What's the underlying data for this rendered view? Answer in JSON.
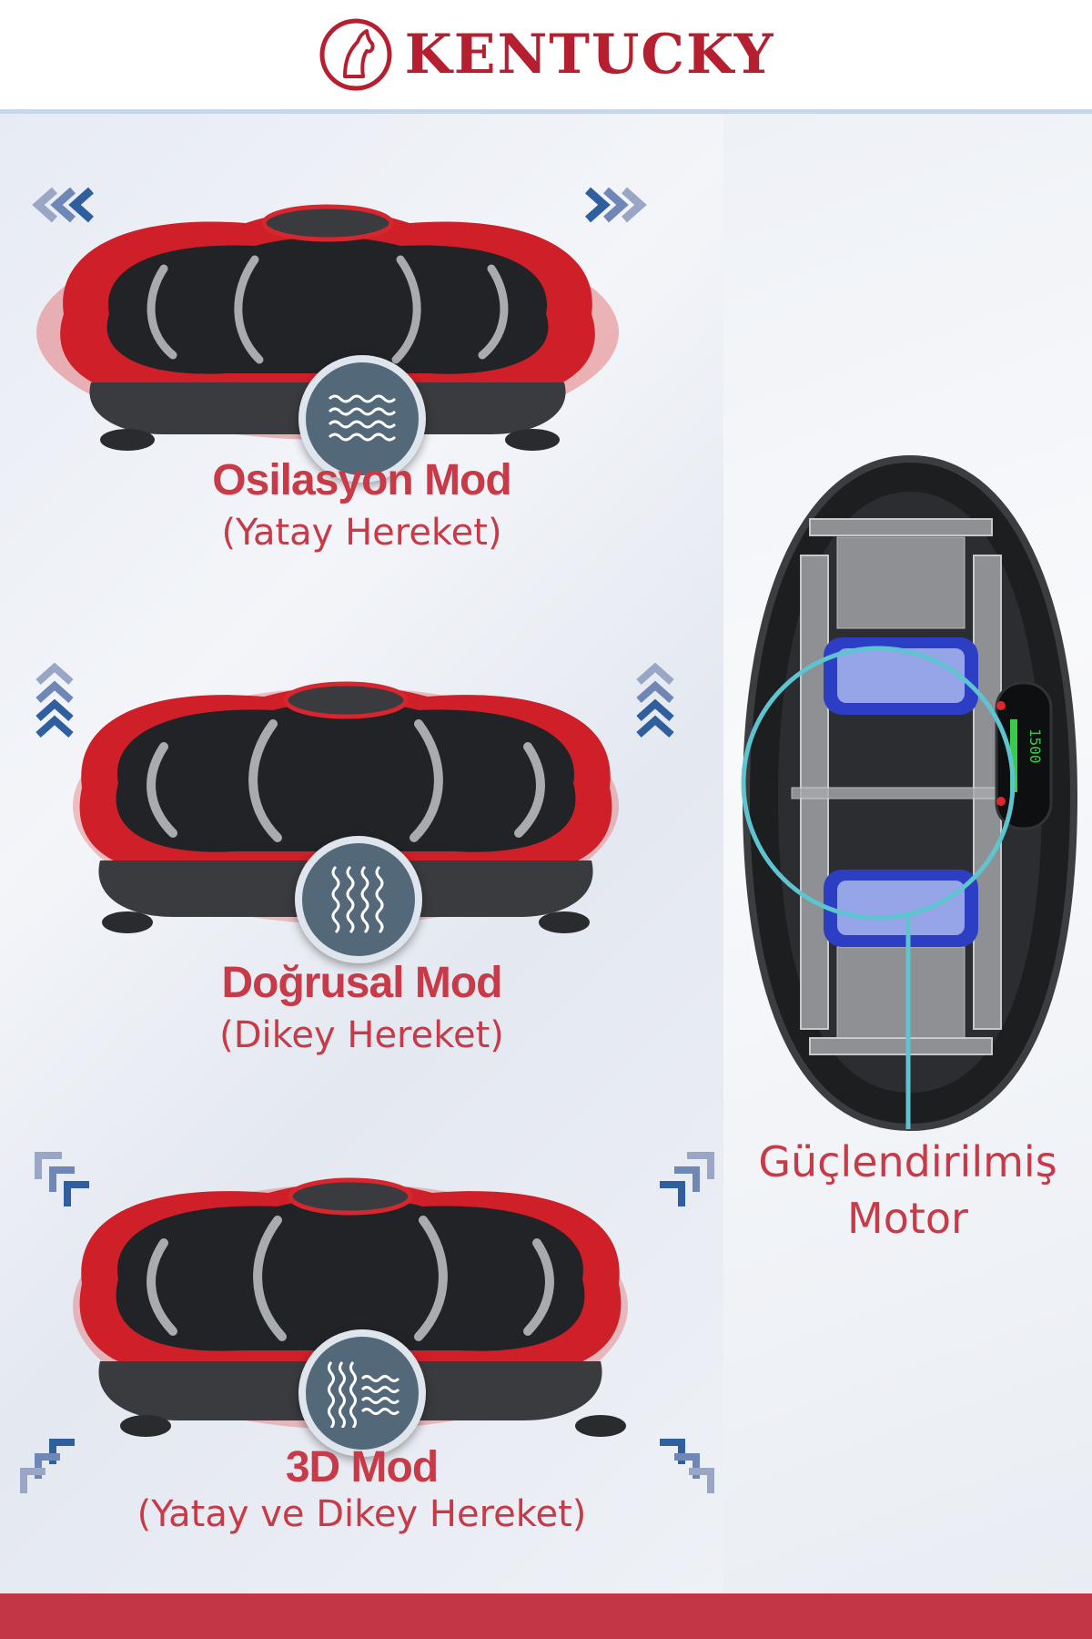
{
  "brand": {
    "name": "KENTUCKY",
    "color": "#b51f2f",
    "logo_icon": "horse-head-icon"
  },
  "modes": [
    {
      "title": "Osilasyon Mod",
      "subtitle": "(Yatay Hereket)",
      "icon": "horizontal-wave-icon",
      "arrows": "left-right-chevrons"
    },
    {
      "title": "Doğrusal Mod",
      "subtitle": "(Dikey Hereket)",
      "icon": "vertical-wave-icon",
      "arrows": "up-chevrons"
    },
    {
      "title": "3D Mod",
      "subtitle": "(Yatay ve Dikey Hereket)",
      "icon": "combined-wave-icon",
      "arrows": "diagonal-chevrons"
    }
  ],
  "motor": {
    "line1": "Güçlendirilmiş",
    "line2": "Motor",
    "display_readout": "1500"
  },
  "colors": {
    "accent": "#c83a47",
    "platform_red": "#d8232b",
    "icon_bg": "#536979",
    "highlight": "#5ec4cf",
    "footer": "#c23646"
  }
}
